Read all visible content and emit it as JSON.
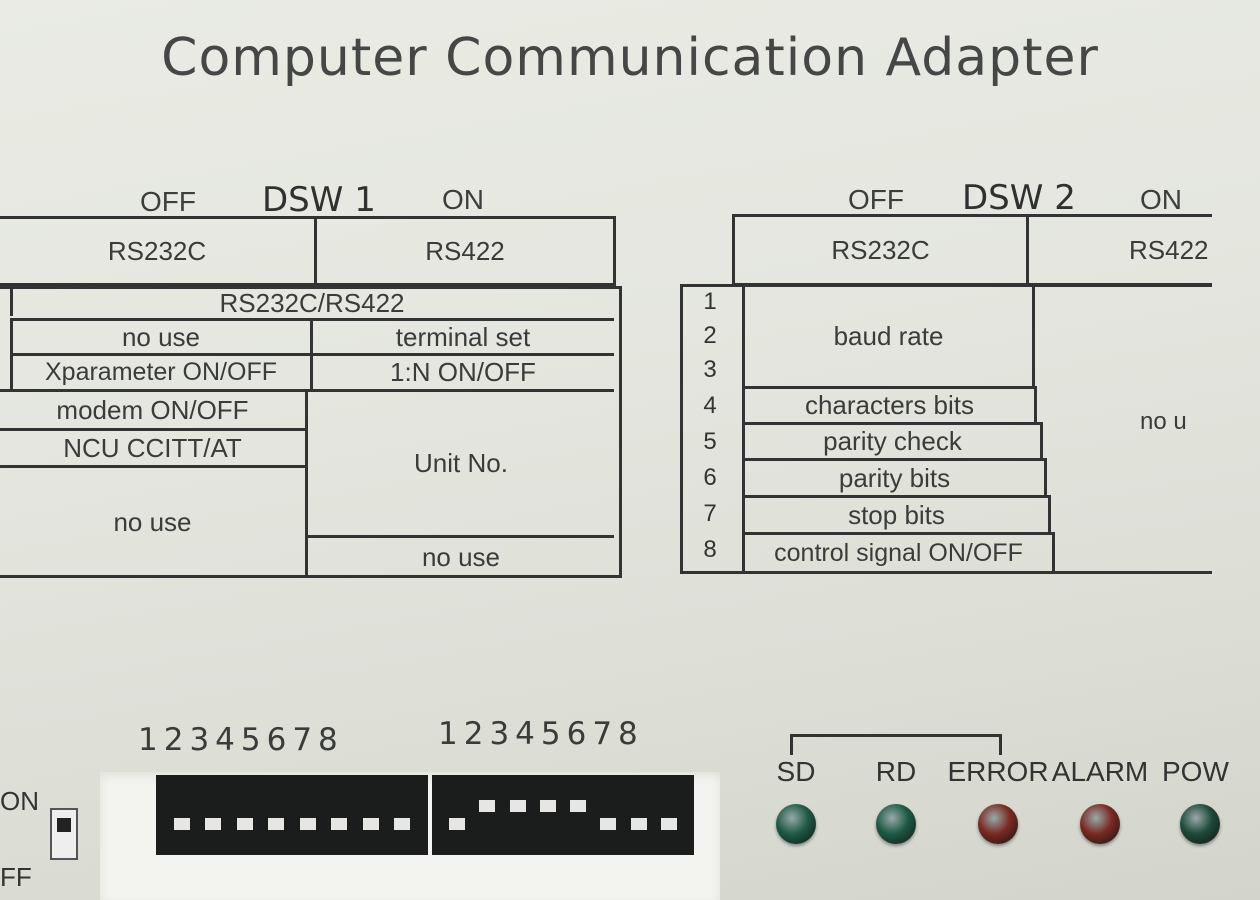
{
  "title": "Computer Communication Adapter",
  "dsw1": {
    "off": "OFF",
    "name": "DSW 1",
    "on": "ON",
    "col_off": "RS232C",
    "col_on": "RS422",
    "row1": "RS232C/RS422",
    "row2_off": "no use",
    "row2_on": "terminal set",
    "row3_off": "Xparameter ON/OFF",
    "row3_on": "1:N ON/OFF",
    "row4_off": "modem ON/OFF",
    "row5_off": "NCU CCITT/AT",
    "unit_no": "Unit No.",
    "row6_off": "no use",
    "row6_on": "no use"
  },
  "dsw2": {
    "off": "OFF",
    "name": "DSW 2",
    "on": "ON",
    "col_off": "RS232C",
    "col_on": "RS422",
    "numbers": [
      "1",
      "2",
      "3",
      "4",
      "5",
      "6",
      "7",
      "8"
    ],
    "baud_rate": "baud rate",
    "characters_bits": "characters bits",
    "parity_check": "parity check",
    "parity_bits": "parity bits",
    "stop_bits": "stop bits",
    "control_signal": "control signal ON/OFF",
    "on_side": "no u"
  },
  "switch_numbers_1": "12345678",
  "switch_numbers_2": "12345678",
  "dip1_states": [
    "off",
    "off",
    "off",
    "off",
    "off",
    "off",
    "off",
    "off"
  ],
  "dip2_states": [
    "off",
    "on",
    "on",
    "on",
    "on",
    "off",
    "off",
    "off"
  ],
  "side_switch": {
    "on": "ON",
    "off": "FF"
  },
  "leds": [
    {
      "label": "SD",
      "color": "#1f5a45"
    },
    {
      "label": "RD",
      "color": "#1f5a45"
    },
    {
      "label": "ERROR",
      "color": "#7a2a22"
    },
    {
      "label": "ALARM",
      "color": "#7a2a22"
    },
    {
      "label": "POW",
      "color": "#1f4a3a"
    }
  ]
}
